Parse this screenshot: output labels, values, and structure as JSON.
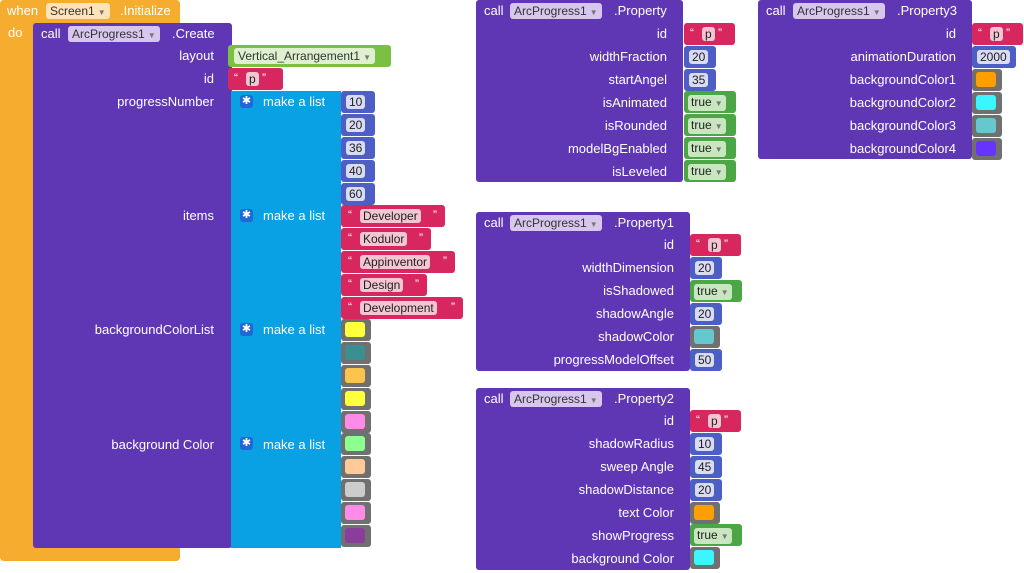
{
  "event": {
    "when": "when",
    "component": "Screen1",
    "event_name": ".Initialize",
    "do": "do"
  },
  "create": {
    "call": "call",
    "component": "ArcProgress1",
    "method": ".Create",
    "params": {
      "layout": "layout",
      "id": "id",
      "progressNumber": "progressNumber",
      "items": "items",
      "backgroundColorList": "backgroundColorList",
      "backgroundColor": "background Color"
    },
    "layout_value": "Vertical_Arrangement1",
    "id_value": "p",
    "make_a_list": "make a list",
    "progress_numbers": [
      "10",
      "20",
      "36",
      "40",
      "60"
    ],
    "items_values": [
      "Developer",
      "Kodulor",
      "Appinventor",
      "Design",
      "Development"
    ],
    "bg_color_list": [
      "#ffff3b",
      "#3a8f91",
      "#fbc54b",
      "#ffff3b",
      "#ff8ae8"
    ],
    "bg_colors": [
      "#8cff8c",
      "#ffc999",
      "#cccccc",
      "#ff8ae8",
      "#8a3d9a"
    ]
  },
  "property": {
    "call": "call",
    "component": "ArcProgress1",
    "method": ".Property",
    "labels": [
      "id",
      "widthFraction",
      "startAngel",
      "isAnimated",
      "isRounded",
      "modelBgEnabled",
      "isLeveled"
    ],
    "id_value": "p",
    "widthFraction": "20",
    "startAngel": "35",
    "isAnimated": "true",
    "isRounded": "true",
    "modelBgEnabled": "true",
    "isLeveled": "true"
  },
  "property1": {
    "call": "call",
    "component": "ArcProgress1",
    "method": ".Property1",
    "labels": [
      "id",
      "widthDimension",
      "isShadowed",
      "shadowAngle",
      "shadowColor",
      "progressModelOffset"
    ],
    "id_value": "p",
    "widthDimension": "20",
    "isShadowed": "true",
    "shadowAngle": "20",
    "shadowColor": "#66c7cf",
    "progressModelOffset": "50"
  },
  "property2": {
    "call": "call",
    "component": "ArcProgress1",
    "method": ".Property2",
    "labels": [
      "id",
      "shadowRadius",
      "sweep Angle",
      "shadowDistance",
      "text Color",
      "showProgress",
      "background Color"
    ],
    "id_value": "p",
    "shadowRadius": "10",
    "sweepAngle": "45",
    "shadowDistance": "20",
    "textColor": "#ff9e00",
    "showProgress": "true",
    "backgroundColor": "#3af6ff"
  },
  "property3": {
    "call": "call",
    "component": "ArcProgress1",
    "method": ".Property3",
    "labels": [
      "id",
      "animationDuration",
      "backgroundColor1",
      "backgroundColor2",
      "backgroundColor3",
      "backgroundColor4"
    ],
    "id_value": "p",
    "animationDuration": "2000",
    "colors": [
      "#ff9e00",
      "#3af6ff",
      "#66c7cf",
      "#6633ff"
    ]
  }
}
